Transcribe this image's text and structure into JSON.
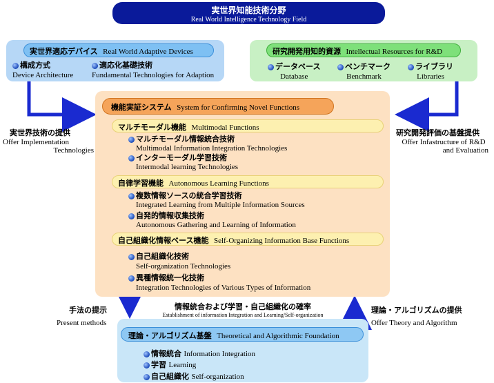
{
  "header": {
    "title_jp": "実世界知能技術分野",
    "title_en": "Real World Intelligence Technology Field"
  },
  "adaptive": {
    "title_jp": "実世界適応デバイス",
    "title_en": "Real World Adaptive Devices",
    "items": [
      {
        "jp": "構成方式",
        "en": "Device Architecture"
      },
      {
        "jp": "適応化基礎技術",
        "en": "Fundamental Technologies for Adaption"
      }
    ]
  },
  "intellectual": {
    "title_jp": "研究開発用知的資源",
    "title_en": "Intellectual Resources for R&D",
    "items": [
      {
        "jp": "データベース",
        "en": "Database"
      },
      {
        "jp": "ベンチマーク",
        "en": "Benchmark"
      },
      {
        "jp": "ライブラリ",
        "en": "Libraries"
      }
    ]
  },
  "system": {
    "title_jp": "機能実証システム",
    "title_en": "System for Confirming Novel Functions",
    "groups": [
      {
        "jp": "マルチモーダル機能",
        "en": "Multimodal Functions",
        "items": [
          {
            "jp": "マルチモーダル情報統合技術",
            "en": "Multimodal Information Integration Technologies"
          },
          {
            "jp": "インターモーダル学習技術",
            "en": "Intermodal learning Technologies"
          }
        ]
      },
      {
        "jp": "自律学習機能",
        "en": "Autonomous Learning Functions",
        "items": [
          {
            "jp": "複数情報ソースの統合学習技術",
            "en": "Integrated Learning from Multiple Information Sources"
          },
          {
            "jp": "自発的情報収集技術",
            "en": "Autonomous Gathering and Learning of Information"
          }
        ]
      },
      {
        "jp": "自己組織化情報ベース機能",
        "en": "Self-Organizing Information Base Functions",
        "items": [
          {
            "jp": "自己組織化技術",
            "en": "Self-organization Technologies"
          },
          {
            "jp": "異種情報統一化技術",
            "en": "Integration Technologies of Various Types of Information"
          }
        ]
      }
    ]
  },
  "foundation": {
    "title_jp": "理論・アルゴリズム基盤",
    "title_en": "Theoretical and Algorithmic Foundation",
    "items": [
      {
        "jp": "情報統合",
        "en": "Information Integration"
      },
      {
        "jp": "学習",
        "en": "Learning"
      },
      {
        "jp": "自己組織化",
        "en": "Self-organization"
      }
    ]
  },
  "arrows": {
    "left": {
      "jp": "実世界技術の提供",
      "en1": "Offer Implementation",
      "en2": "Technologies"
    },
    "right": {
      "jp": "研究開発評価の基盤提供",
      "en1": "Offer Infastructure of R&D",
      "en2": "and Evaluation"
    },
    "down": {
      "jp": "手法の提示",
      "en": "Present methods"
    },
    "center": {
      "jp": "情報統合および学習・自己組織化の確率",
      "en": "Establishment of information Integration and Learning/Self-organization"
    },
    "up": {
      "jp": "理論・アルゴリズムの提供",
      "en": "Offer Theory and Algorithm"
    }
  },
  "colors": {
    "navy": "#0a1a9a",
    "blue_panel": "#b6d7f6",
    "green_panel": "#c8f0c4",
    "peach_panel": "#fde1c2",
    "orange_pill": "#f5a45a",
    "yellow_pill": "#fdf0b0",
    "arrow": "#1a2ad0"
  }
}
